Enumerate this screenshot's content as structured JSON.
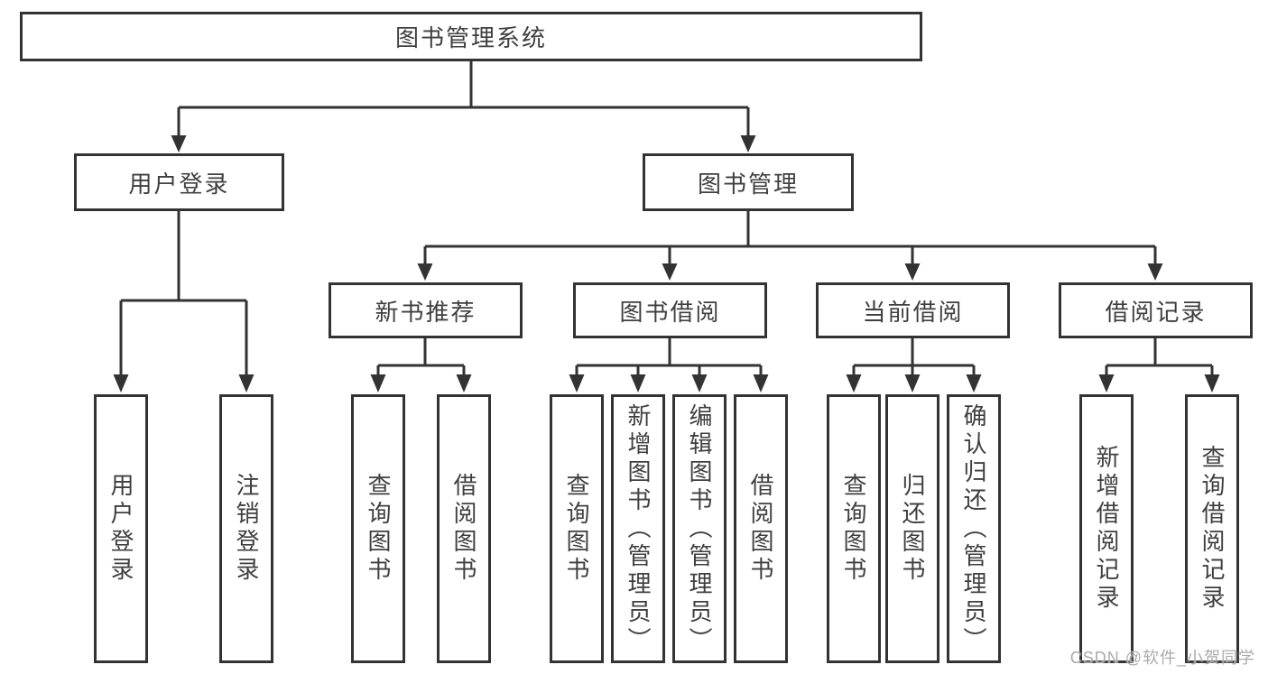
{
  "tree": {
    "label": "图书管理系统",
    "children": [
      {
        "label": "用户登录",
        "children": [
          {
            "label": "用户登录"
          },
          {
            "label": "注销登录"
          }
        ]
      },
      {
        "label": "图书管理",
        "children": [
          {
            "label": "新书推荐",
            "children": [
              {
                "label": "查询图书"
              },
              {
                "label": "借阅图书"
              }
            ]
          },
          {
            "label": "图书借阅",
            "children": [
              {
                "label": "查询图书"
              },
              {
                "label": "新增图书（管理员）"
              },
              {
                "label": "编辑图书（管理员）"
              },
              {
                "label": "借阅图书"
              }
            ]
          },
          {
            "label": "当前借阅",
            "children": [
              {
                "label": "查询图书"
              },
              {
                "label": "归还图书"
              },
              {
                "label": "确认归还（管理员）"
              }
            ]
          },
          {
            "label": "借阅记录",
            "children": [
              {
                "label": "新增借阅记录"
              },
              {
                "label": "查询借阅记录"
              }
            ]
          }
        ]
      }
    ]
  },
  "watermark": "CSDN @软件_小贺同学",
  "colors": {
    "line": "#333333",
    "box_border": "#333333",
    "text": "#3f3f3f",
    "watermark": "#ababab",
    "background": "#ffffff"
  }
}
